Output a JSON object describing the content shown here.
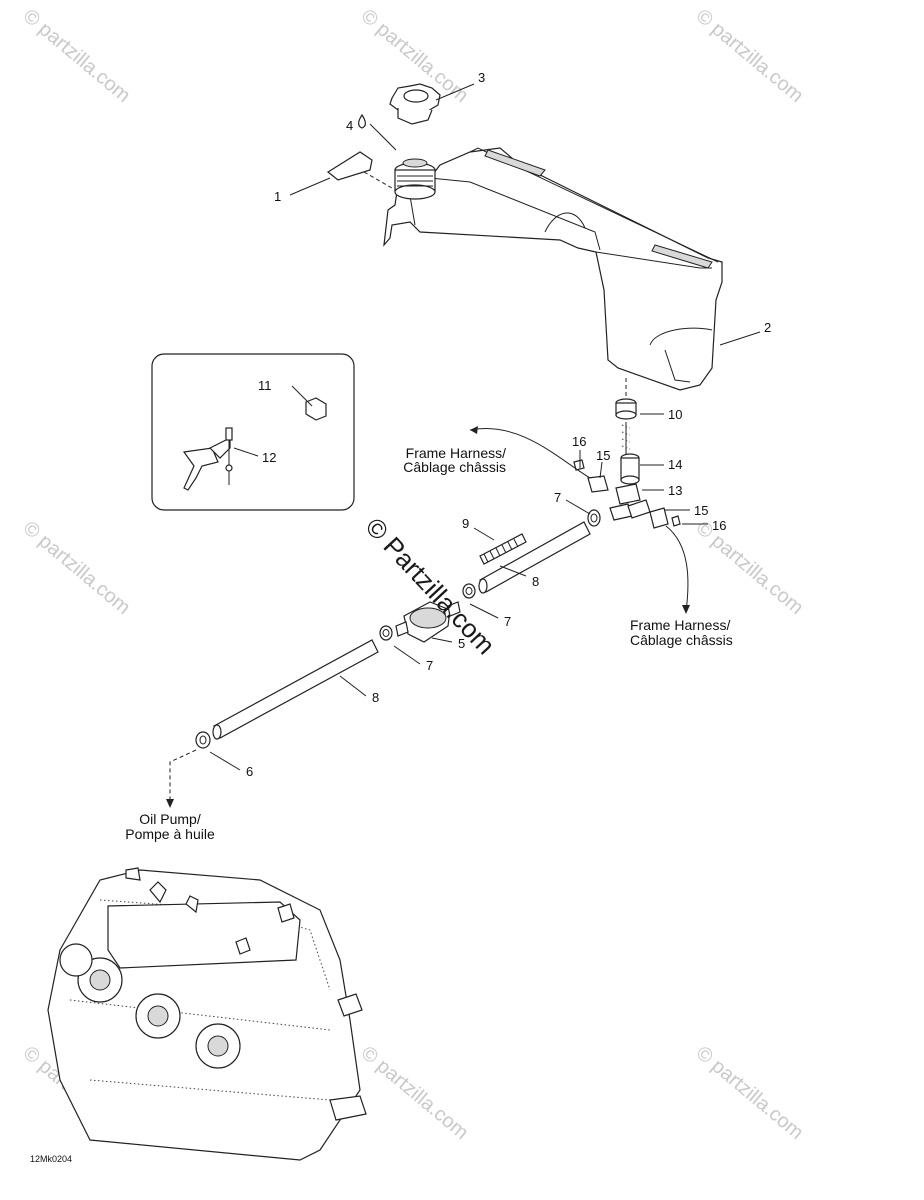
{
  "diagram": {
    "callouts": {
      "c1": "1",
      "c2": "2",
      "c3": "3",
      "c4": "4",
      "c5": "5",
      "c6": "6",
      "c7a": "7",
      "c7b": "7",
      "c7c": "7",
      "c8a": "8",
      "c8b": "8",
      "c9": "9",
      "c10": "10",
      "c11": "11",
      "c12": "12",
      "c13": "13",
      "c14": "14",
      "c15a": "15",
      "c15b": "15",
      "c16a": "16",
      "c16b": "16"
    },
    "labels": {
      "frame_harness_left_1": "Frame Harness/",
      "frame_harness_left_2": "Câblage châssis",
      "frame_harness_right_1": "Frame Harness/",
      "frame_harness_right_2": "Câblage châssis",
      "oil_pump_1": "Oil Pump/",
      "oil_pump_2": "Pompe à huile"
    },
    "watermark": {
      "center": "© Partzilla.com",
      "corner": "© partzilla.com"
    },
    "image_code": "12Mk0204"
  }
}
